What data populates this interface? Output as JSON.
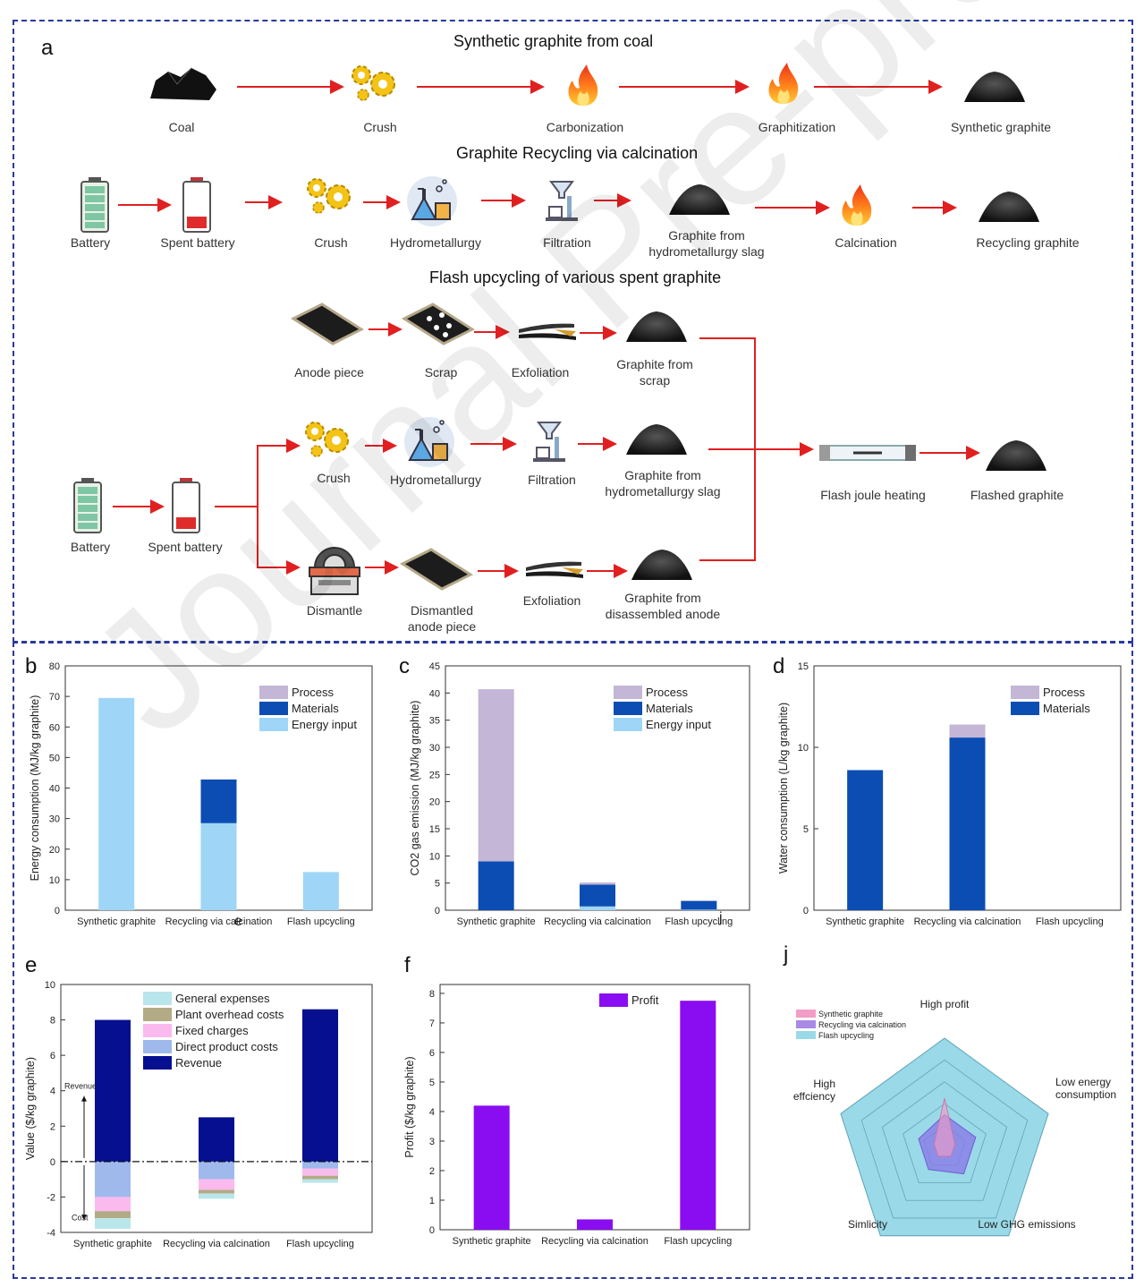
{
  "panel_a": {
    "letter": "a",
    "row1": {
      "title": "Synthetic graphite  from coal",
      "steps": [
        "Coal",
        "Crush",
        "Carbonization",
        "Graphitization",
        "Synthetic graphite"
      ]
    },
    "row2": {
      "title": "Graphite Recycling via calcination",
      "steps": [
        "Battery",
        "Spent battery",
        "Crush",
        "Hydrometallurgy",
        "Filtration",
        "Graphite from\nhydrometallurgy slag",
        "Calcination",
        "Recycling graphite"
      ]
    },
    "row3": {
      "title": "Flash upcycling of various spent graphite",
      "branch_scrap": [
        "Anode piece",
        "Scrap",
        "Exfoliation",
        "Graphite from\nscrap"
      ],
      "branch_hydro": [
        "Crush",
        "Hydrometallurgy",
        "Filtration",
        "Graphite from\nhydrometallurgy slag"
      ],
      "branch_dismantle": [
        "Dismantle",
        "Dismantled\nanode piece",
        "Exfoliation",
        "Graphite from\ndisassembled anode"
      ],
      "source": [
        "Battery",
        "Spent battery"
      ],
      "end": [
        "Flash joule heating",
        "Flashed graphite"
      ]
    }
  },
  "colors": {
    "frame": "#2b3a9b",
    "arrow": "#e02020",
    "process": "#c3b6d6",
    "materials": "#0b4db3",
    "energy_input": "#9fd6f7",
    "general_expenses": "#b9e6ea",
    "plant_overhead": "#b3ab85",
    "fixed_charges": "#fbbaee",
    "direct_product": "#9fb9ec",
    "revenue": "#050f8f",
    "profit": "#8a0cf0",
    "synthetic": "#f39cc6",
    "recycling": "#a98ae6",
    "flash": "#9ad9e8"
  },
  "chart_data": [
    {
      "id": "b",
      "letter": "b",
      "type": "bar",
      "categories": [
        "Synthetic graphite",
        "Recycling via calcination",
        "Flash upcycling"
      ],
      "ylabel": "Energy consumption (MJ/kg graphite)",
      "ylim": [
        0,
        80
      ],
      "yticks": [
        "0",
        "10",
        "20",
        "30",
        "40",
        "50",
        "60",
        "70",
        "80"
      ],
      "legend": [
        "Process",
        "Materials",
        "Energy input"
      ],
      "series": [
        {
          "name": "Energy input",
          "values": [
            69.5,
            28.5,
            12.5
          ]
        },
        {
          "name": "Materials",
          "values": [
            0,
            14.3,
            0
          ]
        },
        {
          "name": "Process",
          "values": [
            0,
            0,
            0
          ]
        }
      ]
    },
    {
      "id": "c",
      "letter": "c",
      "type": "bar",
      "categories": [
        "Synthetic graphite",
        "Recycling via calcination",
        "Flash upcycling"
      ],
      "ylabel": "CO2 gas emission (MJ/kg graphite)",
      "ylim": [
        0,
        45
      ],
      "yticks": [
        "0",
        "5",
        "10",
        "15",
        "20",
        "25",
        "30",
        "35",
        "40",
        "45"
      ],
      "legend": [
        "Process",
        "Materials",
        "Energy input"
      ],
      "series": [
        {
          "name": "Energy input",
          "values": [
            0,
            0.7,
            0.1
          ]
        },
        {
          "name": "Materials",
          "values": [
            9.0,
            4.0,
            1.6
          ]
        },
        {
          "name": "Process",
          "values": [
            31.7,
            0.4,
            0.1
          ]
        }
      ]
    },
    {
      "id": "d",
      "letter": "d",
      "type": "bar",
      "categories": [
        "Synthetic graphite",
        "Recycling via calcination",
        "Flash upcycling"
      ],
      "ylabel": "Water consumption (L/kg graphite)",
      "ylim": [
        0,
        15
      ],
      "yticks": [
        "0",
        "5",
        "10",
        "15"
      ],
      "legend": [
        "Process",
        "Materials"
      ],
      "series": [
        {
          "name": "Materials",
          "values": [
            8.6,
            10.6,
            0
          ]
        },
        {
          "name": "Process",
          "values": [
            0,
            0.8,
            0
          ]
        }
      ]
    },
    {
      "id": "e",
      "letter": "e",
      "type": "bar",
      "categories": [
        "Synthetic graphite",
        "Recycling via calcination",
        "Flash upcycling"
      ],
      "ylabel": "Value ($/kg graphite)",
      "ylim": [
        -4,
        10
      ],
      "yticks": [
        "-4",
        "-2",
        "0",
        "2",
        "4",
        "6",
        "8",
        "10"
      ],
      "legend": [
        "General expenses",
        "Plant overhead costs",
        "Fixed charges",
        "Direct product costs",
        "Revenue"
      ],
      "annotations": {
        "revenue": "Revenue",
        "cost": "Cost"
      },
      "revenue": [
        8.0,
        2.5,
        8.6
      ],
      "costs": [
        {
          "name": "Direct product costs",
          "values": [
            -2.0,
            -1.0,
            -0.4
          ]
        },
        {
          "name": "Fixed charges",
          "values": [
            -0.8,
            -0.6,
            -0.4
          ]
        },
        {
          "name": "Plant overhead costs",
          "values": [
            -0.4,
            -0.2,
            -0.2
          ]
        },
        {
          "name": "General expenses",
          "values": [
            -0.6,
            -0.3,
            -0.2
          ]
        }
      ]
    },
    {
      "id": "f",
      "letter": "f",
      "type": "bar",
      "categories": [
        "Synthetic graphite",
        "Recycling via calcination",
        "Flash upcycling"
      ],
      "ylabel": "Profit ($/kg graphite)",
      "ylim": [
        0,
        8.3
      ],
      "yticks": [
        "0",
        "1",
        "2",
        "3",
        "4",
        "5",
        "6",
        "7",
        "8"
      ],
      "legend": [
        "Profit"
      ],
      "series": [
        {
          "name": "Profit",
          "values": [
            4.2,
            0.35,
            7.75
          ]
        }
      ]
    },
    {
      "id": "j",
      "letter": "j",
      "type": "radar",
      "axes": [
        "High profit",
        "Low energy\nconsumption",
        "Low GHG emissions",
        "Simlicity",
        "High\neffciency"
      ],
      "legend": [
        "Synthetic graphite",
        "Recycling via calcination",
        "Flash upcycling"
      ],
      "levels": 5,
      "series": [
        {
          "name": "Flash upcycling",
          "values": [
            1.0,
            1.0,
            1.0,
            1.0,
            1.0
          ]
        },
        {
          "name": "Recycling via calcination",
          "values": [
            0.3,
            0.3,
            0.3,
            0.25,
            0.25
          ]
        },
        {
          "name": "Synthetic graphite",
          "values": [
            0.45,
            0.1,
            0.1,
            0.1,
            0.1
          ]
        }
      ]
    }
  ],
  "watermark": "Journal Pre-proofs",
  "stray_labels": [
    "e",
    "j"
  ]
}
